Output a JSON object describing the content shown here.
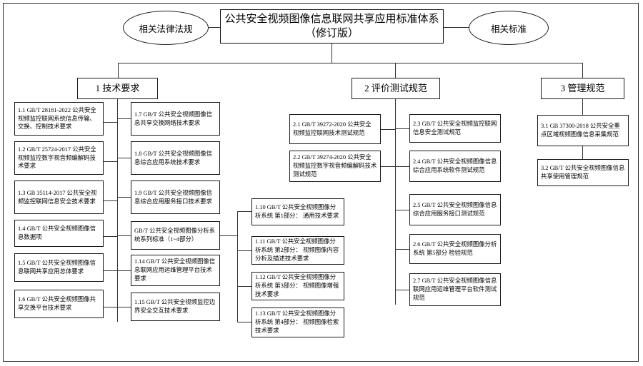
{
  "diagram": {
    "title": "公共安全视频图像信息联网共享应用标准体系\n（修订版）",
    "left_ellipse": "相关法律法规",
    "right_ellipse": "相关标准",
    "categories": [
      {
        "id": "cat1",
        "label": "1 技术要求"
      },
      {
        "id": "cat2",
        "label": "2 评价测试规范"
      },
      {
        "id": "cat3",
        "label": "3 管理规范"
      }
    ],
    "tech_left": [
      {
        "id": "1.1",
        "text": "1.1 GB/T 28181-2022 公共安全视频监控联网系统信息传输、交换、控制技术要求"
      },
      {
        "id": "1.2",
        "text": "1.2 GB/T 25724-2017 公共安全视频监控数字视音频编解码技术要求"
      },
      {
        "id": "1.3",
        "text": "1.3 GB 35114-2017 公共安全视频监控联网信息安全技术要求"
      },
      {
        "id": "1.4",
        "text": "1.4 GB/T 公共安全视频图像信息数据项"
      },
      {
        "id": "1.5",
        "text": "1.5 GB/T 公共安全视频图像信息联网共享应用总体要求"
      },
      {
        "id": "1.6",
        "text": "1.6 GB/T 公共安全视频图像共享交换平台技术要求"
      }
    ],
    "tech_mid": [
      {
        "id": "1.7",
        "text": "1.7 GB/T 公共安全视频图像信息共享交换网络技术要求"
      },
      {
        "id": "1.8",
        "text": "1.8 GB/T 公共安全视频图像信息综合应用系统技术要求"
      },
      {
        "id": "1.9",
        "text": "1.9 GB/T 公共安全视频图像信息综合应用服务接口技术要求"
      },
      {
        "id": "series",
        "text": "GB/T 公共安全视频图像分析系统系列标准（1~4部分）"
      },
      {
        "id": "1.14",
        "text": "1.14 GB/T 公共安全视频图像信息联网应用运维管理平台技术要求"
      },
      {
        "id": "1.15",
        "text": "1.15 GB/T 公共安全视频监控边界安全交互技术要求"
      }
    ],
    "tech_series": [
      {
        "id": "1.10",
        "text": "1.10 GB/T 公共安全视频图像分析系统 第1部分： 通用技术要求"
      },
      {
        "id": "1.11",
        "text": "1.11 GB/T 公共安全视频图像分析系统 第2部分： 视频图像内容分析及描述技术要求"
      },
      {
        "id": "1.12",
        "text": "1.12 GB/T 公共安全视频图像分析系统 第3部分： 视频图像增强技术要求"
      },
      {
        "id": "1.13",
        "text": "1.13 GB/T 公共安全视频图像分析系统 第4部分： 视频图像检索技术要求"
      }
    ],
    "eval_left": [
      {
        "id": "2.1",
        "text": "2.1 GB/T 39272-2020 公共安全视频监控联网技术测试规范"
      },
      {
        "id": "2.2",
        "text": "2.2 GB/T 39274-2020 公共安全视频监控数字视音频编解码技术测试规范"
      }
    ],
    "eval_right": [
      {
        "id": "2.3",
        "text": "2.3 GB/T 公共安全视频监控联网信息安全测试规范"
      },
      {
        "id": "2.4",
        "text": "2.4 GB/T 公共安全视频图像信息综合应用系统软件测试规范"
      },
      {
        "id": "2.5",
        "text": "2.5 GB/T 公共安全视频图像信息综合应用服务接口测试规范"
      },
      {
        "id": "2.6",
        "text": "2.6 GB/T 公共安全视频图像分析系统 第5部分 检验规范"
      },
      {
        "id": "2.7",
        "text": "2.7 GB/T 公共安全视频图像信息联网应用运维管理平台软件测试规范"
      }
    ],
    "manage": [
      {
        "id": "3.1",
        "text": "3.1 GB 37300-2018 公共安全重点区域视频图像信息采集规范"
      },
      {
        "id": "3.2",
        "text": "3.2 GB/T 公共安全视频图像信息共享使用管理规范"
      }
    ]
  }
}
